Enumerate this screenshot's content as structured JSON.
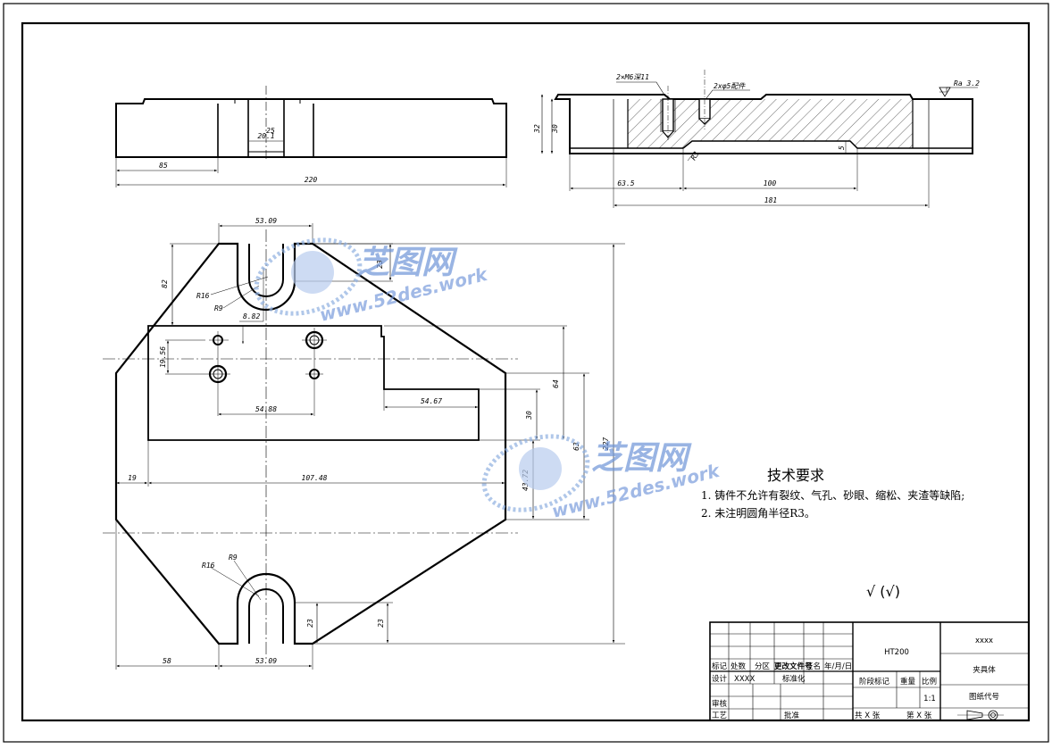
{
  "top_view": {
    "dims": {
      "d85": "85",
      "d220": "220",
      "d20": "20.1",
      "d25": "25"
    }
  },
  "section_view": {
    "callouts": {
      "thread": "2×M6深11",
      "pin": "2xφ5配件",
      "roughness": "Ra 3.2"
    },
    "dims": {
      "d32": "32",
      "d30": "30",
      "d63": "63.5",
      "d100": "100",
      "d181": "181",
      "d5": "5",
      "r3": "R3"
    }
  },
  "plan_view": {
    "dims": {
      "d5309_top": "53.09",
      "d82": "82",
      "d23_top": "23",
      "r16_top": "R16",
      "r9_top": "R9",
      "d882": "8.82",
      "d1956": "19.56",
      "d5488": "54.88",
      "d5467": "54.67",
      "d64": "64",
      "d30": "30",
      "d63": "63",
      "d227": "227",
      "d4372": "43.72",
      "d19": "19",
      "d10748": "107.48",
      "r16_bot": "R16",
      "r9_bot": "R9",
      "d58": "58",
      "d5309_bot": "53.09",
      "d23_bot_a": "23",
      "d23_bot_b": "23"
    }
  },
  "tech_requirements": {
    "title": "技术要求",
    "line1": "1. 铸件不允许有裂纹、气孔、砂眼、缩松、夹渣等缺陷;",
    "line2": "2. 未注明圆角半径R3。"
  },
  "surface_symbol": "√ (√)",
  "watermark": {
    "logo_text": "芝图网",
    "url": "www.52des.work"
  },
  "title_block": {
    "material": "HT200",
    "company": "xxxx",
    "part_name": "夹具体",
    "drawing_no_label": "图纸代号",
    "scale": "1:1",
    "labels": {
      "mark": "标记",
      "count": "处数",
      "zone": "分区",
      "change_doc": "更改文件号",
      "sign": "签名",
      "date": "年/月/日",
      "design": "设计",
      "design_name": "XXXX",
      "standardize": "标准化",
      "stage_mark": "阶段标记",
      "weight": "重量",
      "ratio": "比例",
      "review": "审核",
      "process": "工艺",
      "approve": "批准",
      "total_sheets": "共 X 张",
      "sheet_no": "第 X 张"
    }
  }
}
